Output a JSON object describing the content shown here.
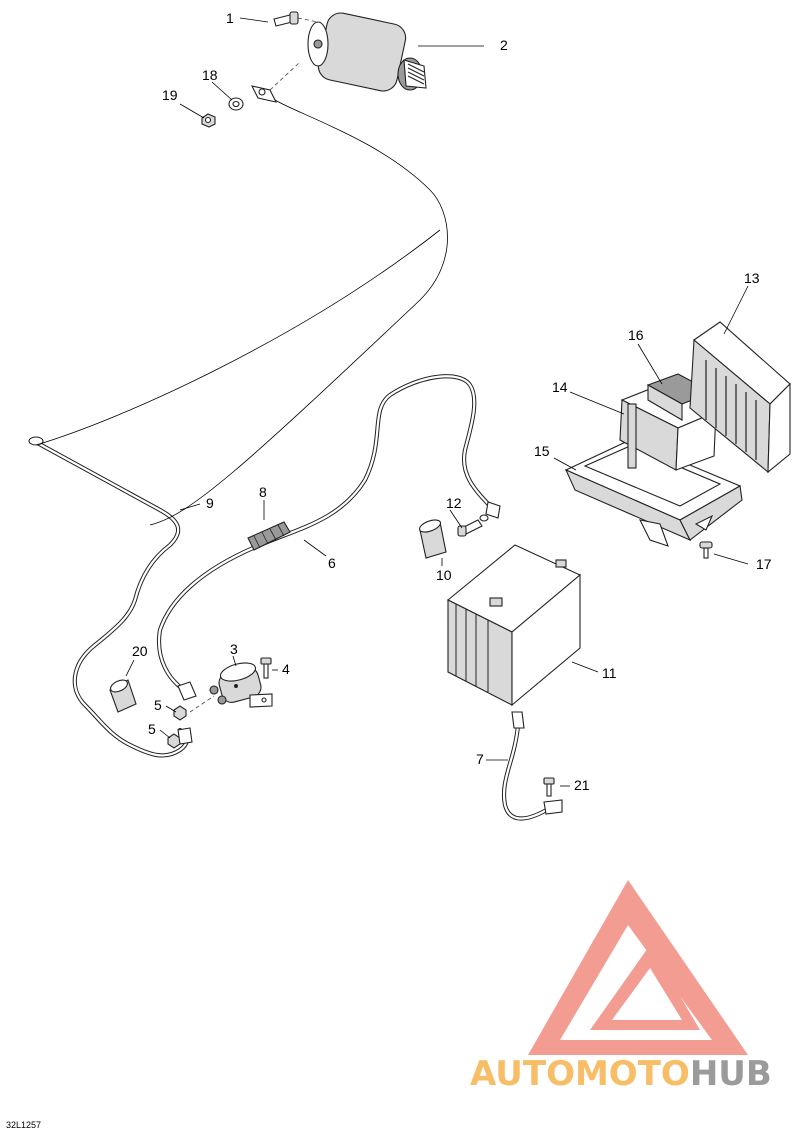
{
  "diagram": {
    "reference_code": "32L1257",
    "callouts": [
      {
        "id": "1",
        "label": "1"
      },
      {
        "id": "2",
        "label": "2"
      },
      {
        "id": "3",
        "label": "3"
      },
      {
        "id": "4",
        "label": "4"
      },
      {
        "id": "5a",
        "label": "5"
      },
      {
        "id": "5b",
        "label": "5"
      },
      {
        "id": "6",
        "label": "6"
      },
      {
        "id": "7",
        "label": "7"
      },
      {
        "id": "8",
        "label": "8"
      },
      {
        "id": "9",
        "label": "9"
      },
      {
        "id": "10",
        "label": "10"
      },
      {
        "id": "11",
        "label": "11"
      },
      {
        "id": "12",
        "label": "12"
      },
      {
        "id": "13",
        "label": "13"
      },
      {
        "id": "14",
        "label": "14"
      },
      {
        "id": "15",
        "label": "15"
      },
      {
        "id": "16",
        "label": "16"
      },
      {
        "id": "17",
        "label": "17"
      },
      {
        "id": "18",
        "label": "18"
      },
      {
        "id": "19",
        "label": "19"
      },
      {
        "id": "20",
        "label": "20"
      },
      {
        "id": "21",
        "label": "21"
      }
    ]
  },
  "watermark": {
    "text_part1": "AUTOMOTO",
    "text_part2": "HUB",
    "color_primary": "#f08b80",
    "color_secondary": "#f7b24d",
    "color_tertiary": "#8a8a8a"
  }
}
